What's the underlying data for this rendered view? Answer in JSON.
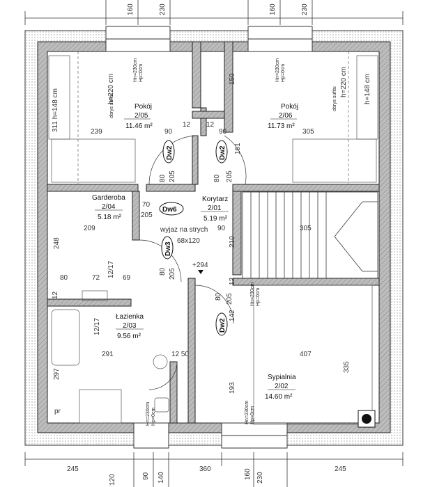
{
  "plan": {
    "top_dims": [
      "160",
      "230",
      "160",
      "230"
    ],
    "bottom_dims": [
      "245",
      "90",
      "140",
      "360",
      "160",
      "230",
      "245",
      "120"
    ],
    "rooms": [
      {
        "id": "pokoj-205",
        "name": "Pokój",
        "num": "2/05",
        "area": "11.46 m²"
      },
      {
        "id": "pokoj-206",
        "name": "Pokój",
        "num": "2/06",
        "area": "11.73 m²"
      },
      {
        "id": "garderoba",
        "name": "Garderoba",
        "num": "2/04",
        "area": "5.18 m²"
      },
      {
        "id": "korytarz",
        "name": "Korytarz",
        "num": "2/01",
        "area": "5.19 m²"
      },
      {
        "id": "lazienka",
        "name": "Łazienka",
        "num": "2/03",
        "area": "9.56 m²"
      },
      {
        "id": "sypialnia",
        "name": "Sypialnia",
        "num": "2/02",
        "area": "14.60 m²"
      }
    ],
    "doors": [
      "Dw2",
      "Dw2",
      "Dw6",
      "Dw3",
      "Dw2"
    ],
    "notes": {
      "ceiling_left": "obrys sufitu",
      "ceiling_right": "obrys sufitu",
      "h220_left": "h=220 cm",
      "h148_left": "311 h=148 cm",
      "h220_right": "h=220 cm",
      "h148_right": "h=148 cm",
      "attic_exit": "wyjaz na strych",
      "attic_size": "68x120",
      "level": "+294",
      "pr": "pr",
      "hn_hp_1": "Hn=230cm",
      "hn_hp_2": "Hp=0cm"
    },
    "interior_dims": {
      "d239": "239",
      "d90a": "90",
      "d12a": "12",
      "d12b": "12",
      "d90b": "90",
      "d305a": "305",
      "d150": "150",
      "d80a": "80",
      "d205a": "205",
      "d80b": "80",
      "d205b": "205",
      "d161": "161",
      "d70": "70",
      "d205c": "205",
      "d209": "209",
      "d90c": "90",
      "d305b": "305",
      "d210": "210",
      "d248": "248",
      "d80c": "80",
      "d72": "72",
      "d69": "69",
      "d12_17a": "12/17",
      "d80d": "80",
      "d205d": "205",
      "d12c": "12",
      "d80e": "80",
      "d205e": "205",
      "d12_17b": "12/17",
      "d142": "142",
      "d291": "291",
      "d1250": "12 50",
      "d407": "407",
      "d335": "335",
      "d297": "297",
      "d193": "193",
      "d12d": "12"
    }
  }
}
